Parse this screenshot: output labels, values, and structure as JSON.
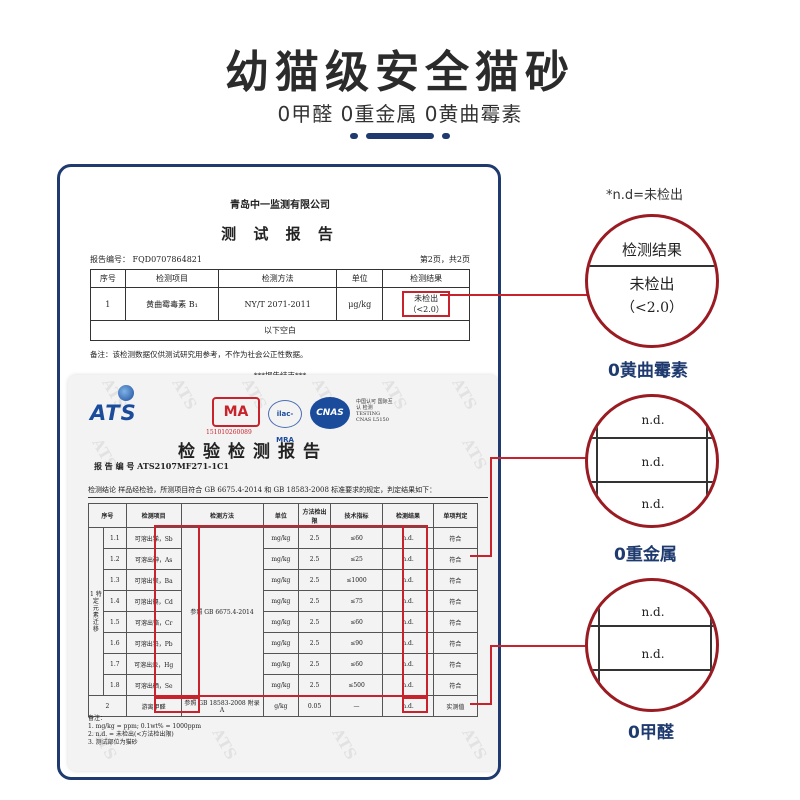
{
  "header": {
    "title": "幼猫级安全猫砂",
    "subtitle": "0甲醛 0重金属 0黄曲霉素"
  },
  "report1": {
    "company": "青岛中一监测有限公司",
    "title": "测 试 报 告",
    "report_no": "报告编号：  FQD0707864821",
    "page": "第2页，共2页",
    "columns": [
      "序号",
      "检测项目",
      "检测方法",
      "单位",
      "检测结果"
    ],
    "row": [
      "1",
      "黄曲霉毒素 B₁",
      "NY/T 2071-2011",
      "μg/kg",
      "未检出",
      "（<2.0）"
    ],
    "blank_row": "以下空白",
    "note": "备注：该检测数据仅供测试研究用参考，不作为社会公正性数据。",
    "end": "***报告结束***"
  },
  "report2": {
    "ats_logo": "ATS",
    "ma_logo": "MA",
    "ma_number": "151010260089",
    "ilac_logo": "ilac-MRA",
    "cnas_logo": "CNAS",
    "cnas_text": "中国认可 国际互认 检测 TESTING CNAS L5150",
    "title": "检验检测报告",
    "report_no": "报 告 编 号   ATS2107MF271-1C1",
    "conclusion": "检测结论   样品经检验，所测项目符合 GB 6675.4-2014 和 GB 18583-2008 标准要求的规定，判定结果如下：",
    "columns": [
      "序号",
      "检测项目",
      "检测方法",
      "单位",
      "方法检出限",
      "技术指标",
      "检测结果",
      "单项判定"
    ],
    "group_label": "1 特定元素迁移",
    "method": "参照 GB 6675.4-2014",
    "rows": [
      {
        "no": "1.1",
        "item": "可溶出锑，Sb",
        "unit": "mg/kg",
        "limit": "2.5",
        "spec": "≤60",
        "result": "n.d.",
        "judge": "符合"
      },
      {
        "no": "1.2",
        "item": "可溶出砷，As",
        "unit": "mg/kg",
        "limit": "2.5",
        "spec": "≤25",
        "result": "n.d.",
        "judge": "符合"
      },
      {
        "no": "1.3",
        "item": "可溶出钡，Ba",
        "unit": "mg/kg",
        "limit": "2.5",
        "spec": "≤1000",
        "result": "n.d.",
        "judge": "符合"
      },
      {
        "no": "1.4",
        "item": "可溶出镉，Cd",
        "unit": "mg/kg",
        "limit": "2.5",
        "spec": "≤75",
        "result": "n.d.",
        "judge": "符合"
      },
      {
        "no": "1.5",
        "item": "可溶出铬，Cr",
        "unit": "mg/kg",
        "limit": "2.5",
        "spec": "≤60",
        "result": "n.d.",
        "judge": "符合"
      },
      {
        "no": "1.6",
        "item": "可溶出铅，Pb",
        "unit": "mg/kg",
        "limit": "2.5",
        "spec": "≤90",
        "result": "n.d.",
        "judge": "符合"
      },
      {
        "no": "1.7",
        "item": "可溶出汞，Hg",
        "unit": "mg/kg",
        "limit": "2.5",
        "spec": "≤60",
        "result": "n.d.",
        "judge": "符合"
      },
      {
        "no": "1.8",
        "item": "可溶出硒，Se",
        "unit": "mg/kg",
        "limit": "2.5",
        "spec": "≤500",
        "result": "n.d.",
        "judge": "符合"
      }
    ],
    "row2": {
      "no": "2",
      "item": "游离甲醛",
      "method": "参照 GB 18583-2008 附录 A",
      "unit": "g/kg",
      "limit": "0.05",
      "spec": "—",
      "result": "n.d.",
      "judge": "实测值"
    },
    "footnotes": [
      "备注：",
      "1. mg/kg = ppm; 0.1wt% = 1000ppm",
      "2. n.d. = 未检出(<方法检出限)",
      "3. 测试部位为猫砂"
    ],
    "watermark": "ATS"
  },
  "annotations": {
    "nd_note": "*n.d=未检出",
    "circle1": {
      "header": "检测结果",
      "value": "未检出",
      "sub": "（<2.0）",
      "label": "0黄曲霉素"
    },
    "circle2": {
      "values": [
        "n.d.",
        "n.d.",
        "n.d."
      ],
      "label": "0重金属"
    },
    "circle3": {
      "values": [
        "n.d.",
        "n.d."
      ],
      "label": "0甲醛"
    }
  },
  "colors": {
    "brand_navy": "#1f3a6e",
    "highlight_red": "#c8232c"
  }
}
